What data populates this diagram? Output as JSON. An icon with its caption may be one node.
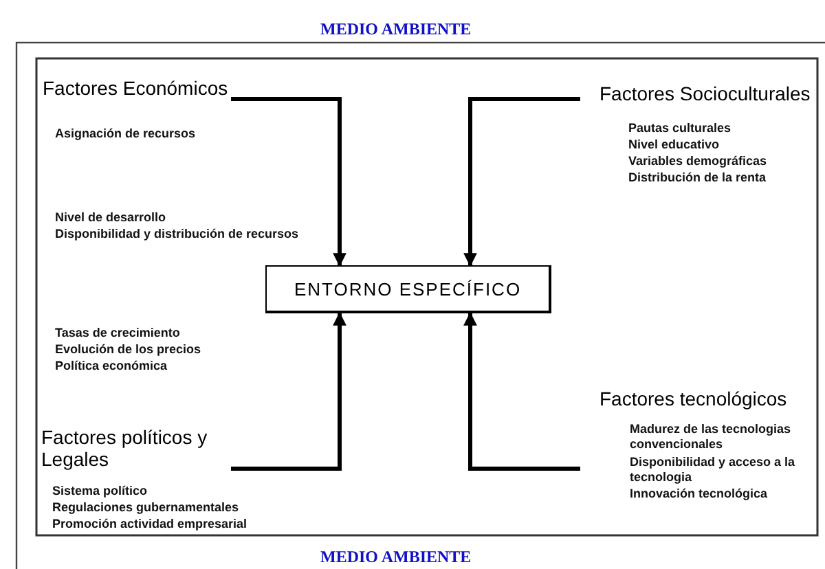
{
  "diagram": {
    "nodes": [
      {
        "text": [
          "Factores Económicos"
        ]
      },
      {
        "text": [
          "Factores Socioculturales"
        ]
      },
      {
        "text": [
          "ENTORNO ESPECÍFICO"
        ]
      },
      {
        "text": [
          "Factores políticos y Legales"
        ]
      },
      {
        "text": [
          "Factores tecnológicos"
        ]
      }
    ],
    "edges": [
      {
        "from": 0,
        "to": 2,
        "arrow": "to"
      },
      {
        "from": 1,
        "to": 2,
        "arrow": "to"
      },
      {
        "from": 3,
        "to": 2,
        "arrow": "to"
      },
      {
        "from": 4,
        "to": 2,
        "arrow": "to"
      }
    ],
    "labels": [
      "MEDIO AMBIENTE",
      "Asignación de recursos",
      "Pautas culturales",
      "Nivel educativo",
      "Variables demográficas",
      "Distribución de la renta",
      "Nivel de desarrollo",
      "Disponibilidad y distribución de recursos",
      "Tasas de crecimiento",
      "Evolución de los precios",
      "Política económica",
      "Madurez de las tecnologias convencionales",
      "Disponibilidad y acceso a la tecnologia",
      "Innovación tecnológica",
      "Sistema político",
      "Regulaciones gubernamentales",
      "Promoción actividad empresarial",
      "MEDIO AMBIENTE"
    ]
  }
}
